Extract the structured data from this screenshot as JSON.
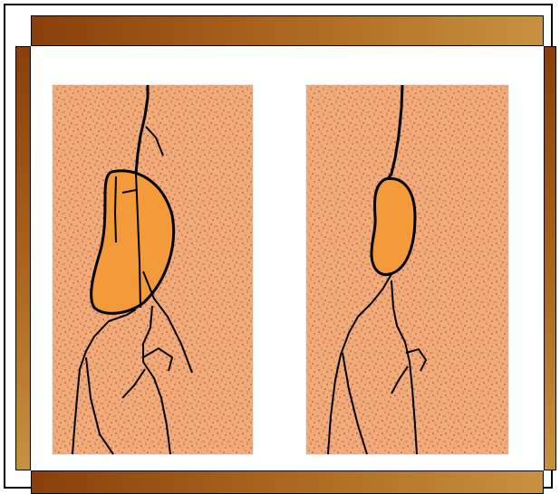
{
  "diagram": {
    "colors": {
      "frame_dark": "#8a3f0b",
      "frame_light": "#c8913f",
      "sand_base": "#f2ab7a",
      "sand_speckle": "#9e3d12",
      "blob_fill": "#f39a3a",
      "line": "#000000"
    },
    "panels": [
      {
        "id": "left",
        "blob": "large-kidney-shaped",
        "branches": "split-through-blob"
      },
      {
        "id": "right",
        "blob": "small-oval",
        "branches": "single-stem"
      }
    ]
  }
}
